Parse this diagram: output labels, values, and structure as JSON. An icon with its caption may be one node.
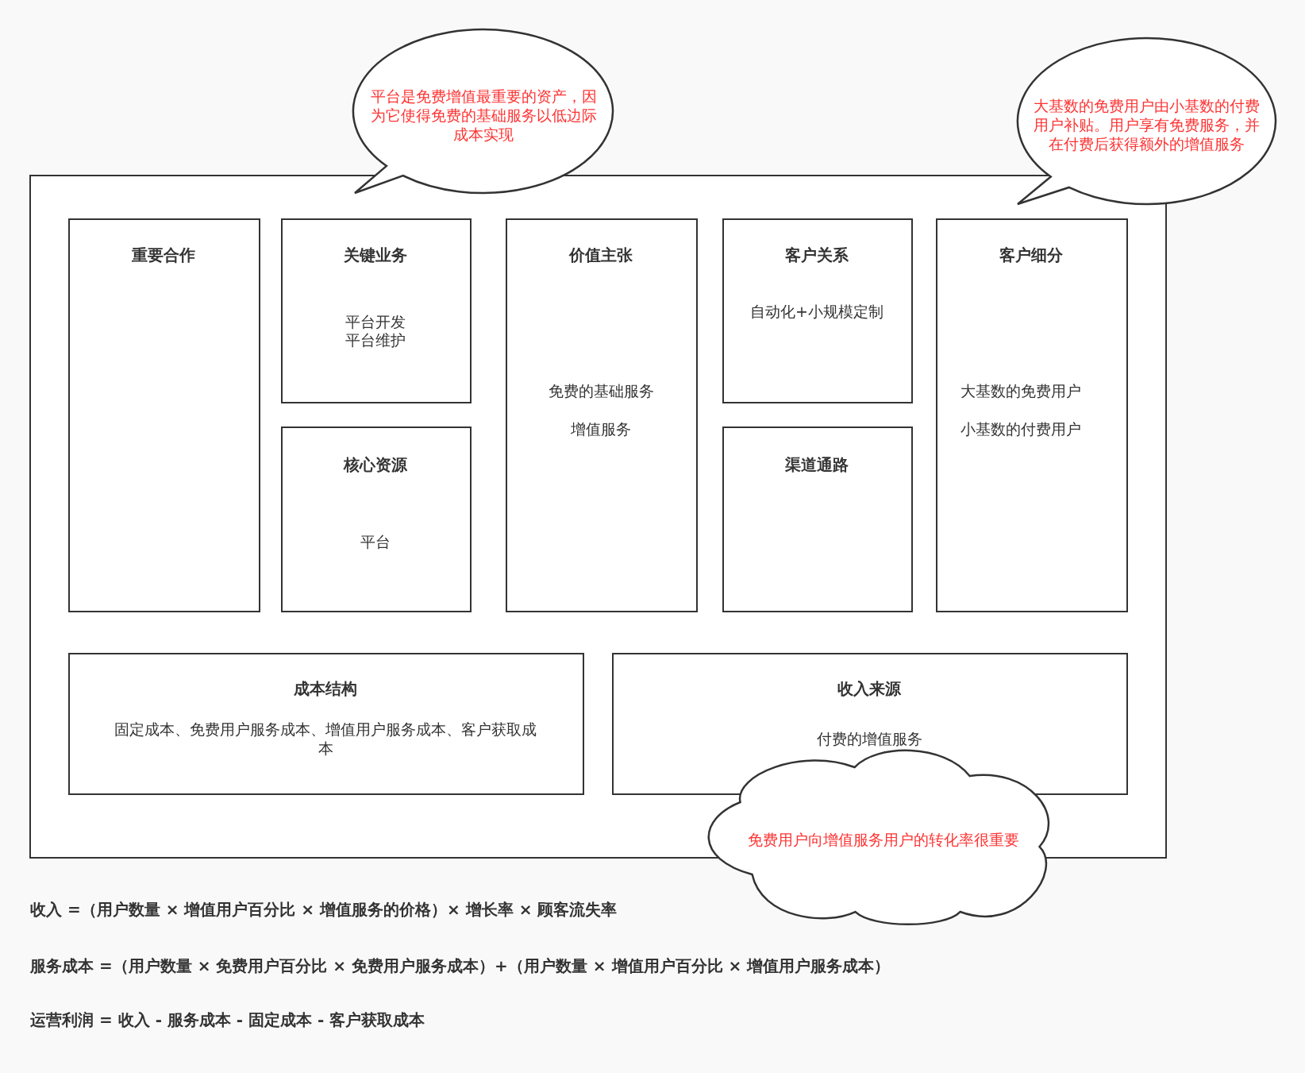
{
  "diagram": {
    "nodes": [
      {
        "text": [
          "平台是免费增值最重要的资产，因为它使得免费的基础服务以低边际成本实现"
        ]
      },
      {
        "text": [
          "大基数的免费用户由小基数的付费用户补贴。用户享有免费服务，并在付费后获得额外的增值服务"
        ]
      },
      {
        "text": [],
        "shape": "box"
      },
      {
        "text": [
          "重要合作"
        ],
        "in": 2
      },
      {
        "text": [
          "关键业务",
          "平台开发",
          "平台维护"
        ],
        "in": 2
      },
      {
        "text": [
          "价值主张",
          "免费的基础服务",
          "增值服务"
        ],
        "in": 2
      },
      {
        "text": [
          "客户关系",
          "自动化+小规模定制"
        ],
        "in": 2
      },
      {
        "text": [
          "客户细分",
          "大基数的免费用户",
          "小基数的付费用户"
        ],
        "in": 2
      },
      {
        "text": [
          "核心资源",
          "平台"
        ],
        "in": 2
      },
      {
        "text": [
          "渠道通路"
        ],
        "in": 2
      },
      {
        "text": [
          "成本结构",
          "固定成本、免费用户服务成本、增值用户服务成本、客户获取成本"
        ],
        "in": 2
      },
      {
        "text": [
          "收入来源",
          "付费的增值服务"
        ],
        "in": 2
      },
      {
        "text": [
          "免费用户向增值服务用户的转化率很重要"
        ]
      }
    ],
    "labels": [
      "收入 =（用户数量 × 增值用户百分比 × 增值服务的价格）× 增长率 × 顾客流失率",
      "服务成本 =（用户数量 × 免费用户百分比 × 免费用户服务成本）+（用户数量 × 增值用户百分比 × 增值用户服务成本）",
      "运营利润 = 收入 - 服务成本 - 固定成本 - 客户获取成本"
    ]
  }
}
